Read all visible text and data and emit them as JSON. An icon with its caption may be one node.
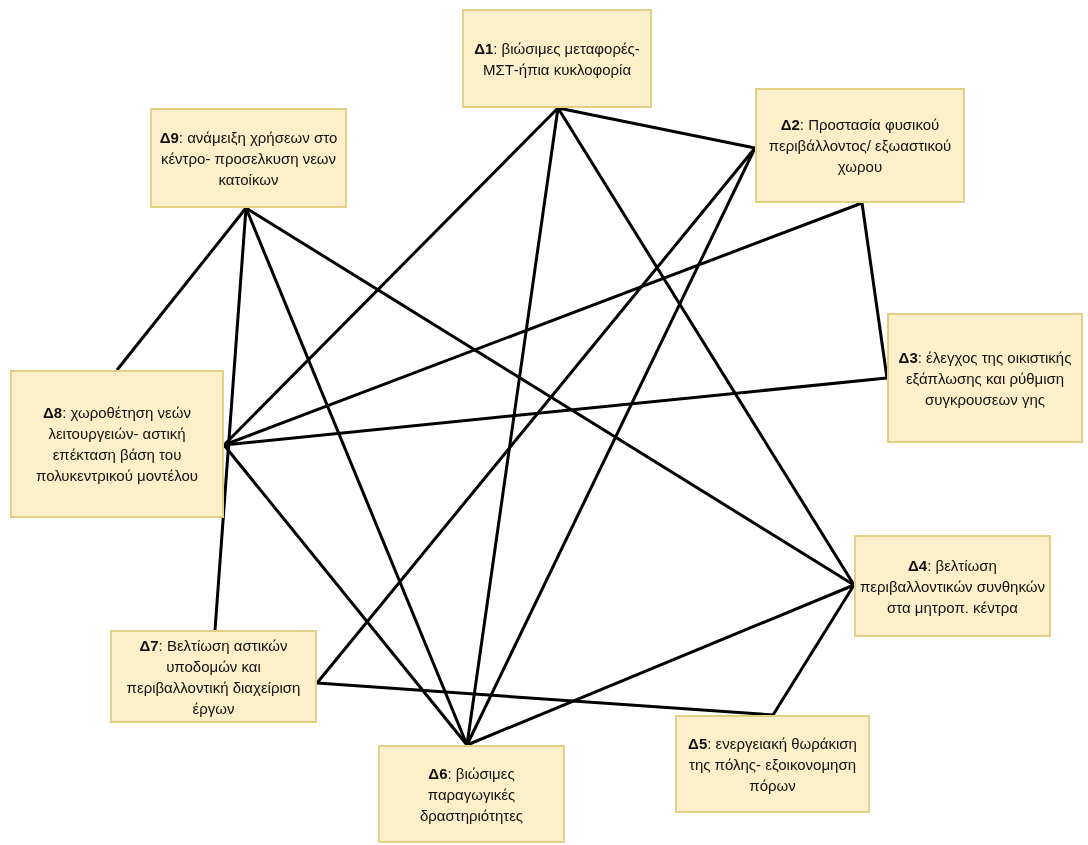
{
  "diagram": {
    "nodes": [
      {
        "text": [
          "**Δ1**: βιώσιμες μεταφορές-ΜΣΤ-ήπια κυκλοφορία"
        ]
      },
      {
        "text": [
          "**Δ2**: Προστασία φυσικού περιβάλλοντος/ εξωαστικού χωρου"
        ]
      },
      {
        "text": [
          "**Δ3**: έλεγχος της οικιστικής εξάπλωσης και ρύθμιση συγκρουσεων γης"
        ]
      },
      {
        "text": [
          "**Δ4**: βελτίωση περιβαλλοντικών συνθηκών στα μητροπ. κέντρα"
        ]
      },
      {
        "text": [
          "**Δ5**: ενεργειακή θωράκιση της πόλης- εξοικονομηση πόρων"
        ]
      },
      {
        "text": [
          "**Δ6**: βιώσιμες παραγωγικές δραστηριότητες"
        ]
      },
      {
        "text": [
          "**Δ7**: Βελτίωση αστικών υποδομών και περιβαλλοντική διαχείριση έργων"
        ]
      },
      {
        "text": [
          "**Δ8**: χωροθέτηση νεών λειτουργειών- αστική επέκταση βάση του πολυκεντρικού μοντέλου"
        ]
      },
      {
        "text": [
          "**Δ9**: ανάμειξη χρήσεων στο κέντρο- προσελκυση νεων κατοίκων"
        ]
      }
    ],
    "edges": [
      {
        "from": 0,
        "to": 1,
        "arrow": "none"
      },
      {
        "from": 0,
        "to": 7,
        "arrow": "none"
      },
      {
        "from": 0,
        "to": 5,
        "arrow": "none"
      },
      {
        "from": 0,
        "to": 3,
        "arrow": "none"
      },
      {
        "from": 1,
        "to": 7,
        "arrow": "none"
      },
      {
        "from": 1,
        "to": 2,
        "arrow": "none"
      },
      {
        "from": 1,
        "to": 6,
        "arrow": "none"
      },
      {
        "from": 1,
        "to": 5,
        "arrow": "none"
      },
      {
        "from": 2,
        "to": 7,
        "arrow": "none"
      },
      {
        "from": 3,
        "to": 5,
        "arrow": "none"
      },
      {
        "from": 3,
        "to": 4,
        "arrow": "none"
      },
      {
        "from": 3,
        "to": 8,
        "arrow": "none"
      },
      {
        "from": 4,
        "to": 6,
        "arrow": "none"
      },
      {
        "from": 5,
        "to": 7,
        "arrow": "none"
      },
      {
        "from": 5,
        "to": 8,
        "arrow": "none"
      },
      {
        "from": 6,
        "to": 8,
        "arrow": "none"
      },
      {
        "from": 7,
        "to": 8,
        "arrow": "none"
      }
    ]
  }
}
